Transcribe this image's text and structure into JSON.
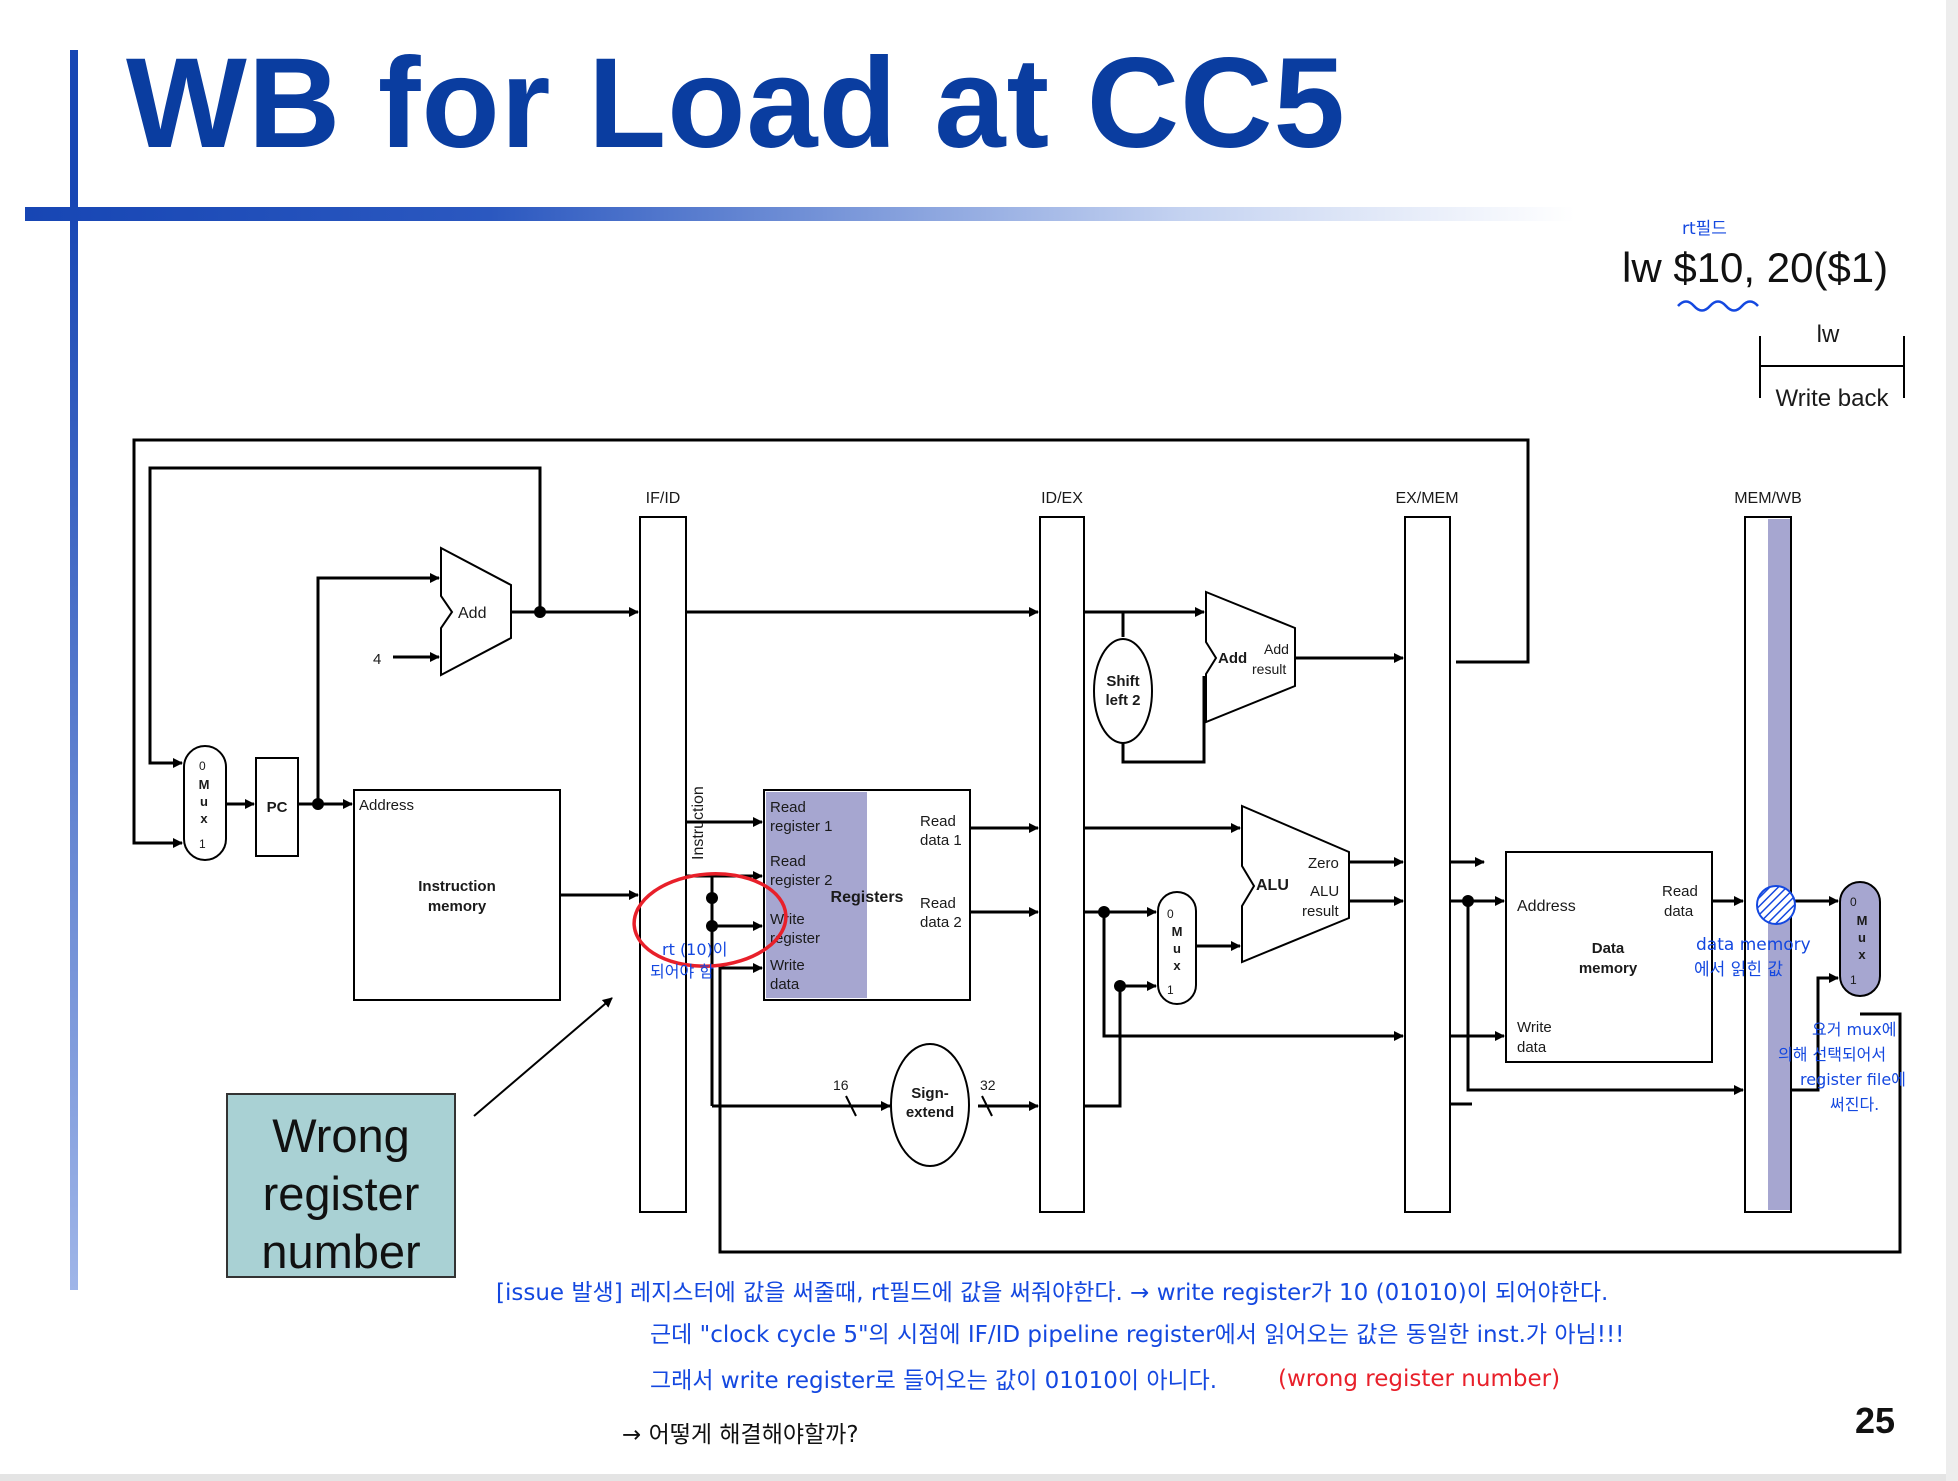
{
  "slide": {
    "title": "WB for Load at CC5",
    "page_number": "25",
    "instruction": "lw $10, 20($1)",
    "wrong_box": [
      "Wrong",
      "register",
      "number"
    ]
  },
  "stage_indicator": {
    "top_label": "lw",
    "bottom_label": "Write back"
  },
  "pipeline_registers": [
    "IF/ID",
    "ID/EX",
    "EX/MEM",
    "MEM/WB"
  ],
  "components": {
    "add_pc": "Add",
    "const_four": "4",
    "mux_left": [
      "0",
      "M",
      "u",
      "x",
      "1"
    ],
    "pc": "PC",
    "instruction_memory": {
      "address": "Address",
      "name_line1": "Instruction",
      "name_line2": "memory"
    },
    "instruction_bus": "Instruction",
    "registers": {
      "read_register_1": [
        "Read",
        "register 1"
      ],
      "read_register_2": [
        "Read",
        "register 2"
      ],
      "write_register": [
        "Write",
        "register"
      ],
      "write_data": [
        "Write",
        "data"
      ],
      "name": "Registers",
      "read_data_1": [
        "Read",
        "data 1"
      ],
      "read_data_2": [
        "Read",
        "data 2"
      ]
    },
    "sign_extend": {
      "line1": "Sign-",
      "line2": "extend",
      "in_width": "16",
      "out_width": "32"
    },
    "shift_left_2": {
      "line1": "Shift",
      "line2": "left 2"
    },
    "add_branch": {
      "name": "Add",
      "result": [
        "Add",
        "result"
      ]
    },
    "mux_alu": [
      "0",
      "M",
      "u",
      "x",
      "1"
    ],
    "alu": {
      "name": "ALU",
      "zero": "Zero",
      "result": [
        "ALU",
        "result"
      ]
    },
    "data_memory": {
      "address": "Address",
      "read_data": [
        "Read",
        "data"
      ],
      "write_data": [
        "Write",
        "data"
      ],
      "name": [
        "Data",
        "memory"
      ]
    },
    "mux_wb": [
      "0",
      "M",
      "u",
      "x",
      "1"
    ]
  },
  "handwriting": {
    "rt_field": "rt필드",
    "rt_should_be": [
      "rt (10)이",
      "되어야 함"
    ],
    "data_memory_note": [
      "data memory",
      "에서 읽힌 값"
    ],
    "mux_note": [
      "요거 mux에",
      "의해 선택되어서",
      "register file에",
      "써진다."
    ],
    "issue_line1": "[issue 발생] 레지스터에 값을 써줄때, rt필드에 값을 써줘야한다. → write register가 10 (01010)이 되어야한다.",
    "issue_line2": "근데 \"clock cycle 5\"의 시점에 IF/ID pipeline register에서 읽어오는 값은 동일한 inst.가 아님!!!",
    "issue_line3_blue": "그래서 write register로 들어오는 값이 01010이 아니다.",
    "issue_line3_red": "(wrong register number)",
    "issue_line4": "→ 어떻게 해결해야할까?"
  },
  "colors": {
    "title": "#0a3da0",
    "accent_bar": "#1746b4",
    "highlight": "#a6a6d0",
    "annotation_blue": "#1448e0",
    "annotation_red": "#e8202a",
    "wrong_box_fill": "#a9d1d4"
  }
}
